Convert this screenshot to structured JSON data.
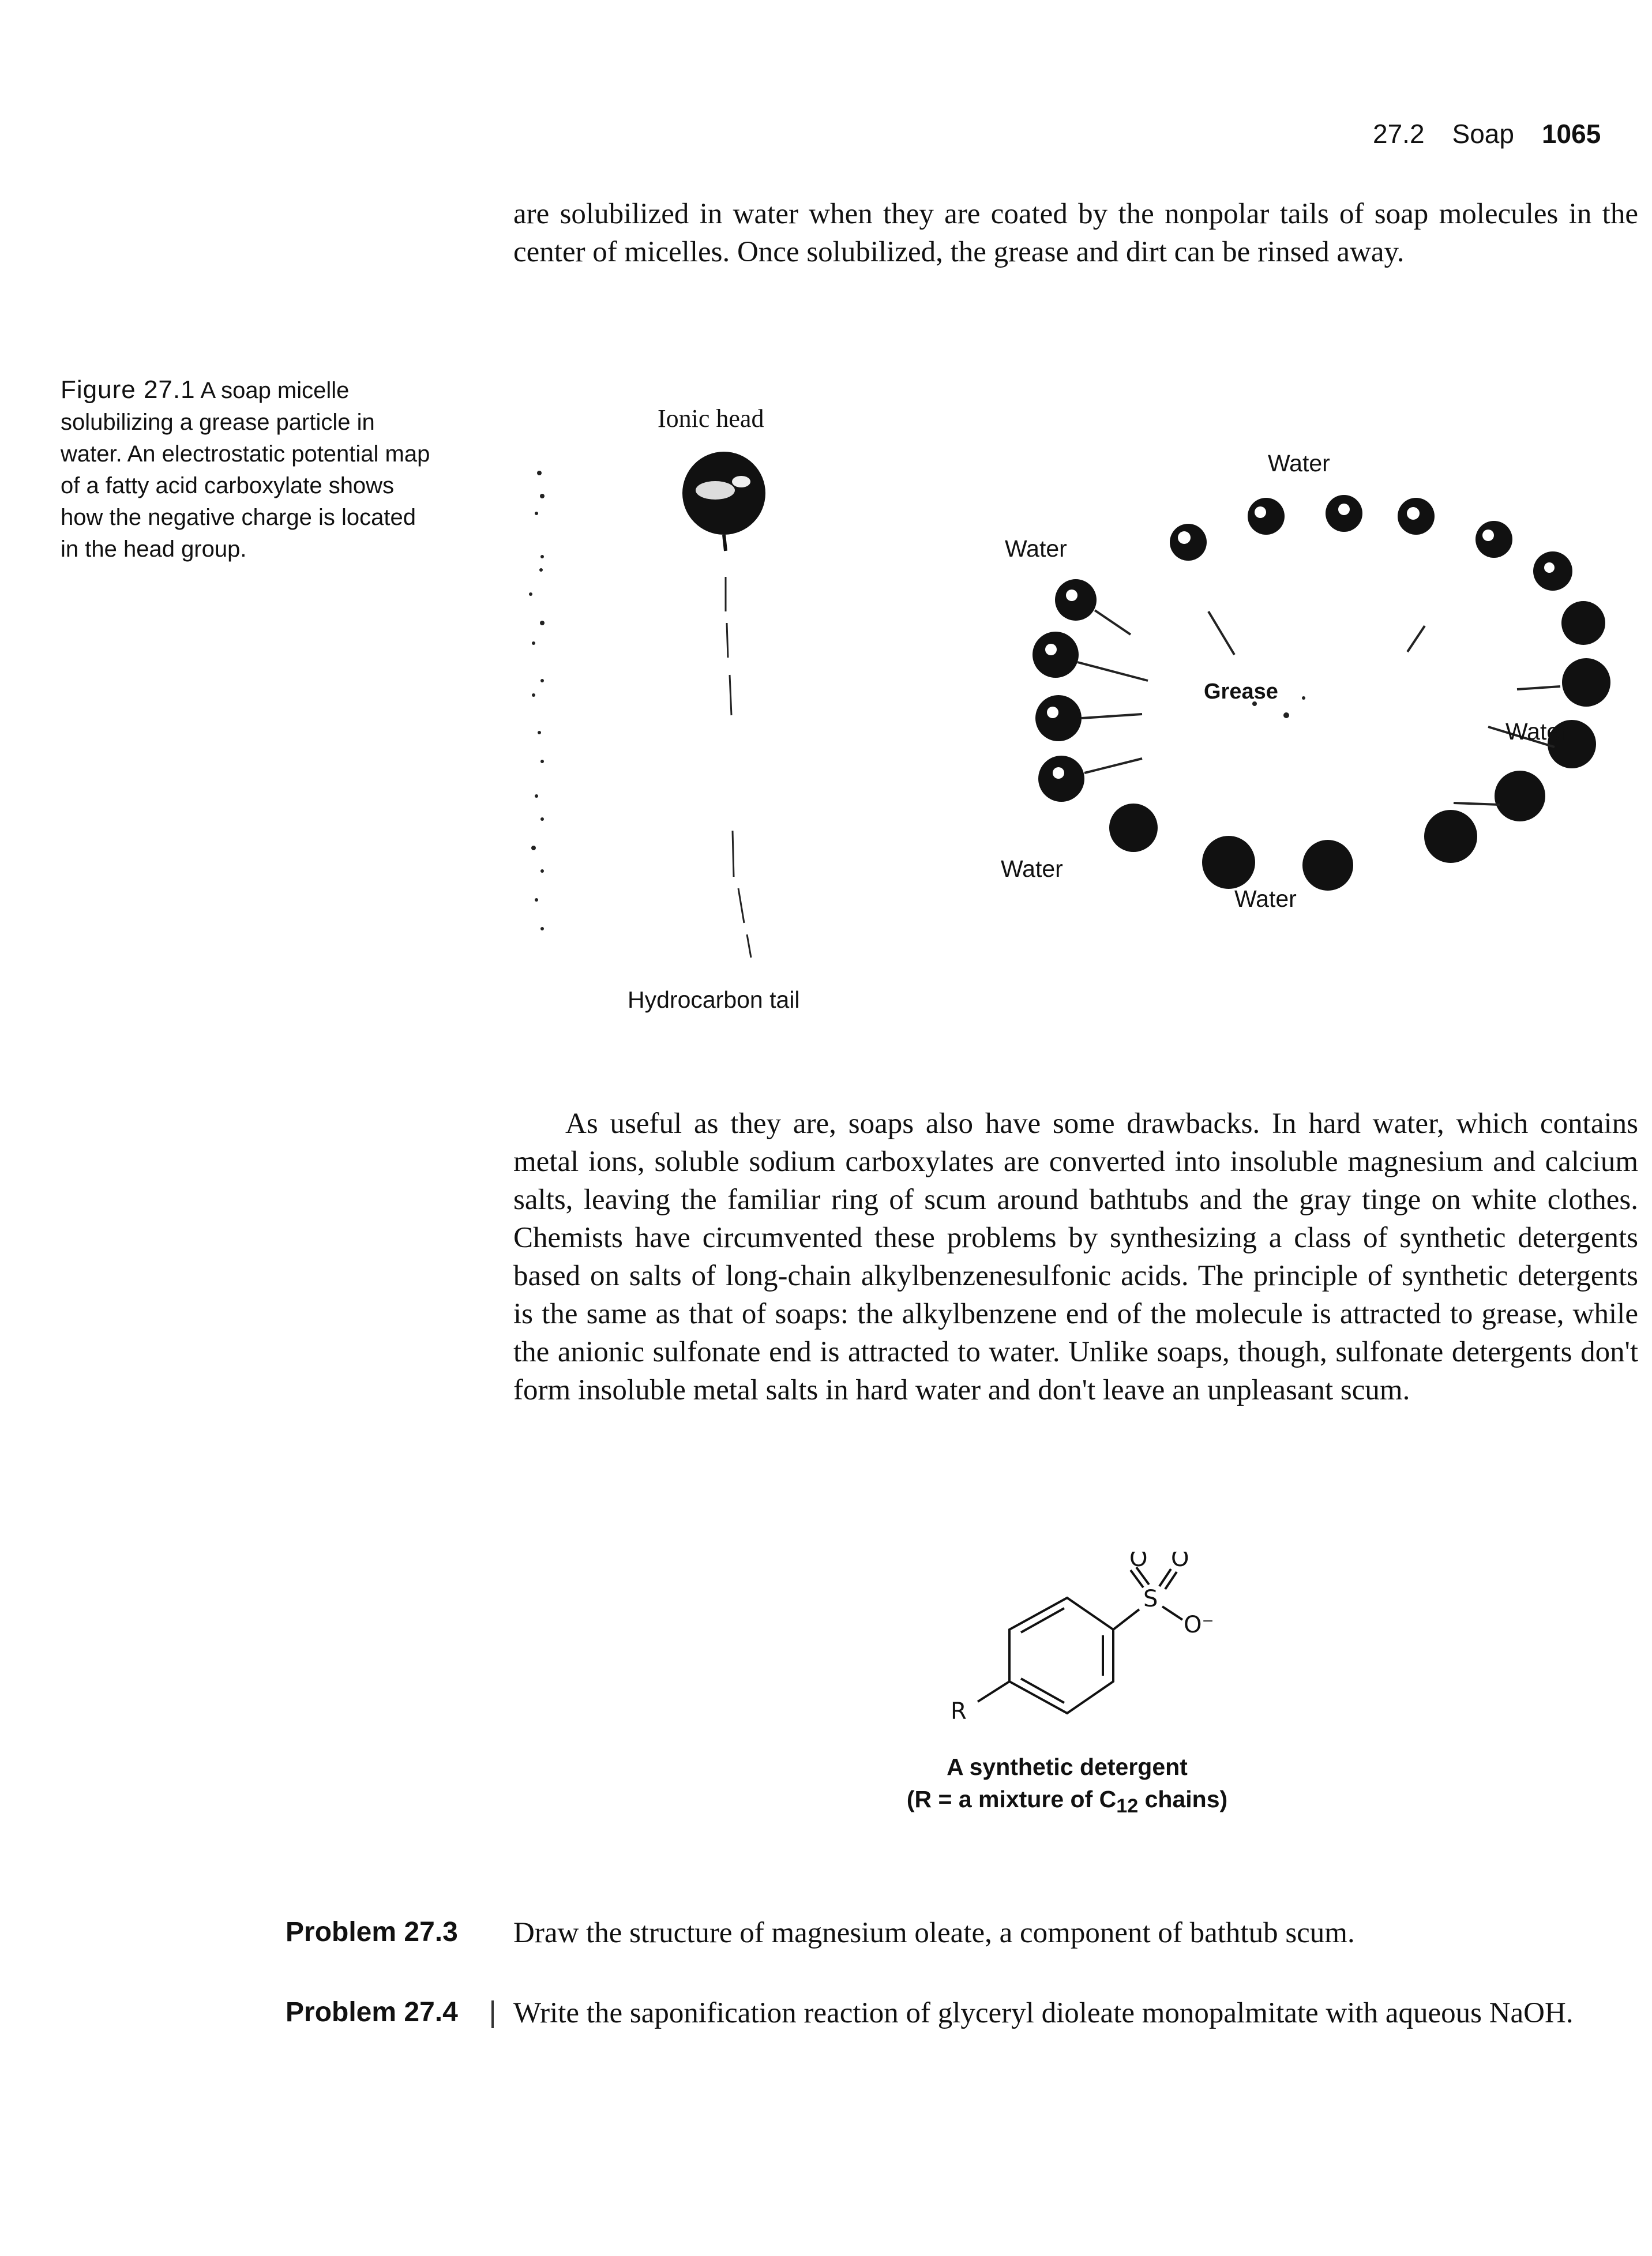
{
  "header": {
    "section": "27.2",
    "title": "Soap",
    "page_number": "1065"
  },
  "paragraphs": {
    "intro": "are solubilized in water when they are coated by the nonpolar tails of soap molecules in the center of micelles. Once solubilized, the grease and dirt can be rinsed away.",
    "main": "As useful as they are, soaps also have some drawbacks. In hard water, which contains metal ions, soluble sodium carboxylates are converted into insoluble magnesium and calcium salts, leaving the familiar ring of scum around bathtubs and the gray tinge on white clothes. Chemists have circumvented these problems by synthesizing a class of synthetic detergents based on salts of long-chain alkylbenzenesulfonic acids. The principle of synthetic detergents is the same as that of soaps: the alkylbenzene end of the molecule is attracted to grease, while the anionic sulfonate end is attracted to water. Unlike soaps, though, sulfonate detergents don't form insoluble metal salts in hard water and don't leave an unpleasant scum."
  },
  "figure": {
    "label": "Figure 27.1",
    "caption": "A soap micelle solubilizing a grease particle in water. An electrostatic potential map of a fatty acid carboxylate shows how the negative charge is located in the head group.",
    "ionic_head": "Ionic head",
    "hydrocarbon_tail": "Hydrocarbon tail",
    "water_labels": [
      "Water",
      "Water",
      "Water",
      "Water",
      "Water"
    ],
    "grease": "Grease"
  },
  "structure": {
    "atom_o1": "O",
    "atom_o2": "O",
    "atom_s": "S",
    "atom_o_minus": "O⁻",
    "atom_r": "R",
    "caption_line1": "A synthetic detergent",
    "caption_line2_prefix": "(R = a mixture of C",
    "caption_line2_sub": "12",
    "caption_line2_suffix": " chains)"
  },
  "problems": [
    {
      "label": "Problem 27.3",
      "text": "Draw the structure of magnesium oleate, a component of bathtub scum."
    },
    {
      "label": "Problem 27.4",
      "text": "Write the saponification reaction of glyceryl dioleate monopalmitate with aqueous NaOH."
    }
  ]
}
